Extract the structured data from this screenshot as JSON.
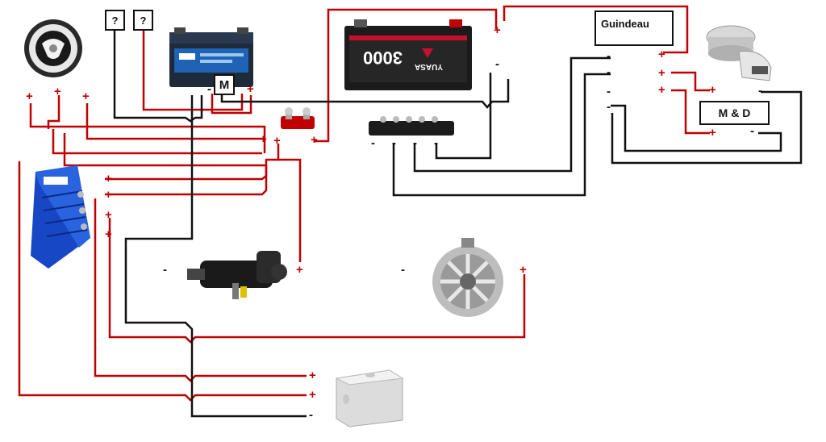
{
  "colors": {
    "positive": "#c00000",
    "negative": "#111111",
    "background": "#ffffff"
  },
  "labels": {
    "plus": "+",
    "minus": "-",
    "unknown_1": "?",
    "unknown_2": "?",
    "starter_battery_marker": "M",
    "windlass_box": "Guindeau",
    "up_down_box": "M & D",
    "service_battery_brand": "YUASA",
    "service_battery_model": "3000"
  },
  "components": [
    {
      "name": "battery-switch",
      "icon": "battery-selector-switch"
    },
    {
      "name": "starter-battery",
      "icon": "car-battery"
    },
    {
      "name": "service-battery",
      "icon": "truck-battery"
    },
    {
      "name": "windlass-motor",
      "icon": "anchor-windlass"
    },
    {
      "name": "battery-isolator",
      "icon": "charge-splitter"
    },
    {
      "name": "positive-stud",
      "icon": "power-post"
    },
    {
      "name": "negative-busbar",
      "icon": "bus-bar"
    },
    {
      "name": "starter-motor",
      "icon": "starter-motor"
    },
    {
      "name": "alternator",
      "icon": "alternator"
    },
    {
      "name": "junction-box",
      "icon": "junction-box"
    }
  ]
}
